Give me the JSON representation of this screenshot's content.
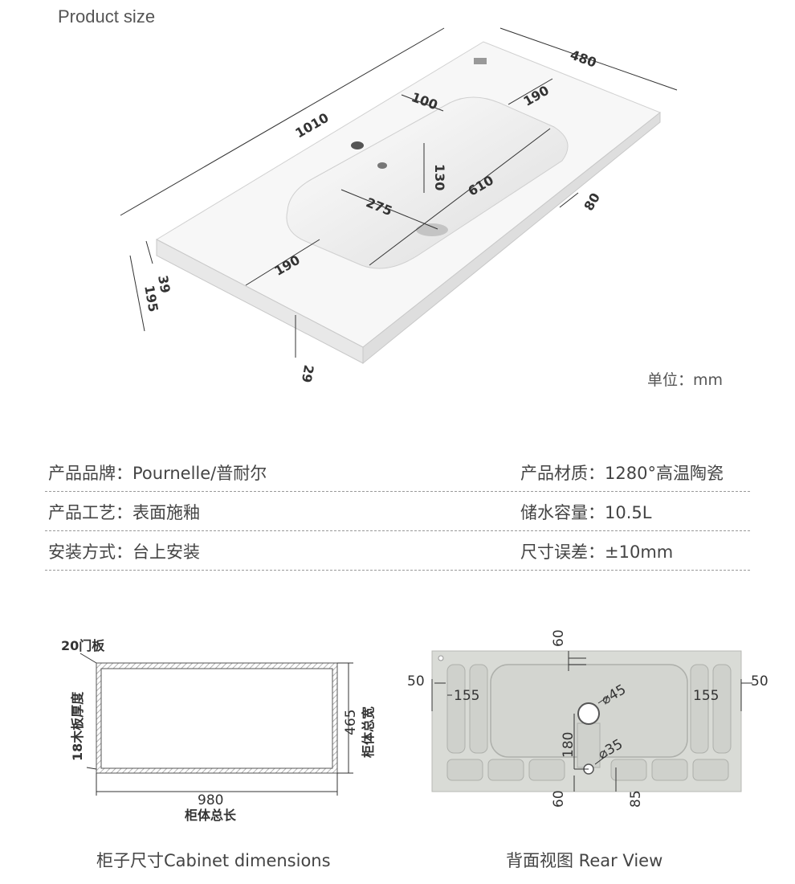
{
  "header": {
    "title": "Product size",
    "unit": "单位：mm"
  },
  "top_view": {
    "length": "1010",
    "width": "480",
    "tap_offset": "100",
    "basin_margin_top": "190",
    "basin_margin_left": "190",
    "basin_depth": "130",
    "basin_length": "610",
    "basin_width": "275",
    "front_edge": "80",
    "thickness": "39",
    "height": "195",
    "lip": "29"
  },
  "specs": [
    {
      "left": "产品品牌：Pournelle/普耐尔",
      "right": "产品材质：1280°高温陶瓷"
    },
    {
      "left": "产品工艺：表面施釉",
      "right": "储水容量：10.5L"
    },
    {
      "left": "安装方式：台上安装",
      "right": "尺寸误差：±10mm"
    }
  ],
  "cabinet": {
    "door_board": "20门板",
    "board_thickness": "18木板厚度",
    "depth_value": "465",
    "depth_label": "柜体总宽",
    "length_value": "980",
    "length_label": "柜体总长",
    "caption": "柜子尺寸Cabinet dimensions"
  },
  "rear": {
    "top_offset": "60",
    "left_margin": "50",
    "left_inset": "155",
    "right_inset": "155",
    "right_margin": "50",
    "drain_diameter": "⌀45",
    "drain_spacing": "180",
    "overflow_diameter": "⌀35",
    "bottom_offset": "60",
    "bottom_right": "85",
    "caption": "背面视图 Rear View"
  },
  "colors": {
    "ceramic": "#f4f4f4",
    "rear_body": "#d9dbd6",
    "dim_line": "#333333",
    "hatch": "#9a9a9a"
  }
}
